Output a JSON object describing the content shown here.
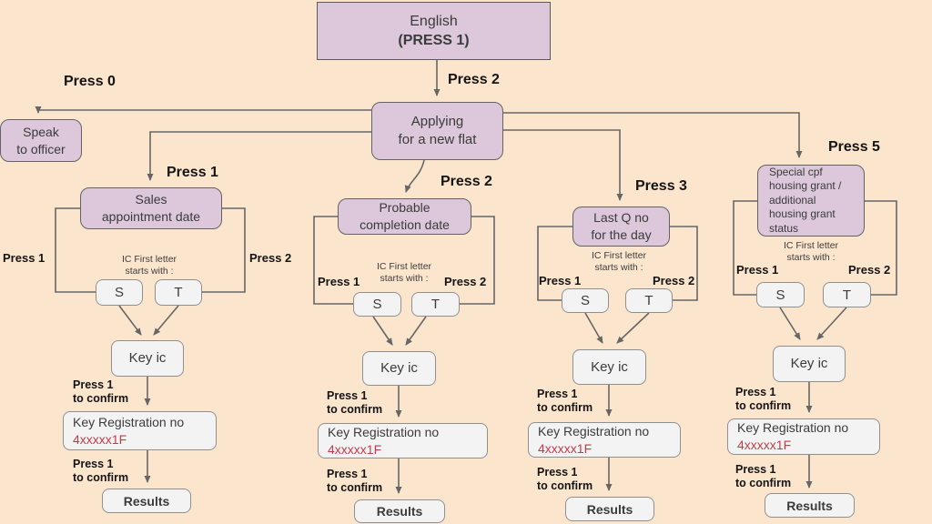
{
  "colors": {
    "background": "#fce5cd",
    "pink_box_fill": "#dcc7db",
    "gray_box_fill": "#f3f3f3",
    "connector": "#666666",
    "highlight_red": "#c83a4a"
  },
  "nodes": {
    "english": {
      "line1": "English",
      "line2": "(PRESS 1)"
    },
    "applying": {
      "line1": "Applying",
      "line2": "for a new flat"
    },
    "speak": {
      "line1": "Speak",
      "line2": "to officer"
    }
  },
  "labels": {
    "press0": "Press 0",
    "press2_root": "Press 2"
  },
  "common": {
    "ic_line1": "IC First letter",
    "ic_line2": "starts with :",
    "press1": "Press 1",
    "press2": "Press 2",
    "s": "S",
    "t": "T",
    "key_ic": "Key ic",
    "confirm_line1": "Press 1",
    "confirm_line2": "to confirm",
    "reg_line1": "Key Registration no",
    "reg_line2": "4xxxxx1F",
    "results": "Results"
  },
  "branches": [
    {
      "press": "Press 1",
      "title_lines": [
        "Sales",
        "appointment date"
      ]
    },
    {
      "press": "Press 2",
      "title_lines": [
        "Probable",
        "completion date"
      ]
    },
    {
      "press": "Press 3",
      "title_lines": [
        "Last Q no",
        "for the day"
      ]
    },
    {
      "press": "Press 5",
      "title_lines": [
        "Special cpf",
        "housing grant /",
        "additional",
        "housing grant",
        "status"
      ]
    }
  ]
}
